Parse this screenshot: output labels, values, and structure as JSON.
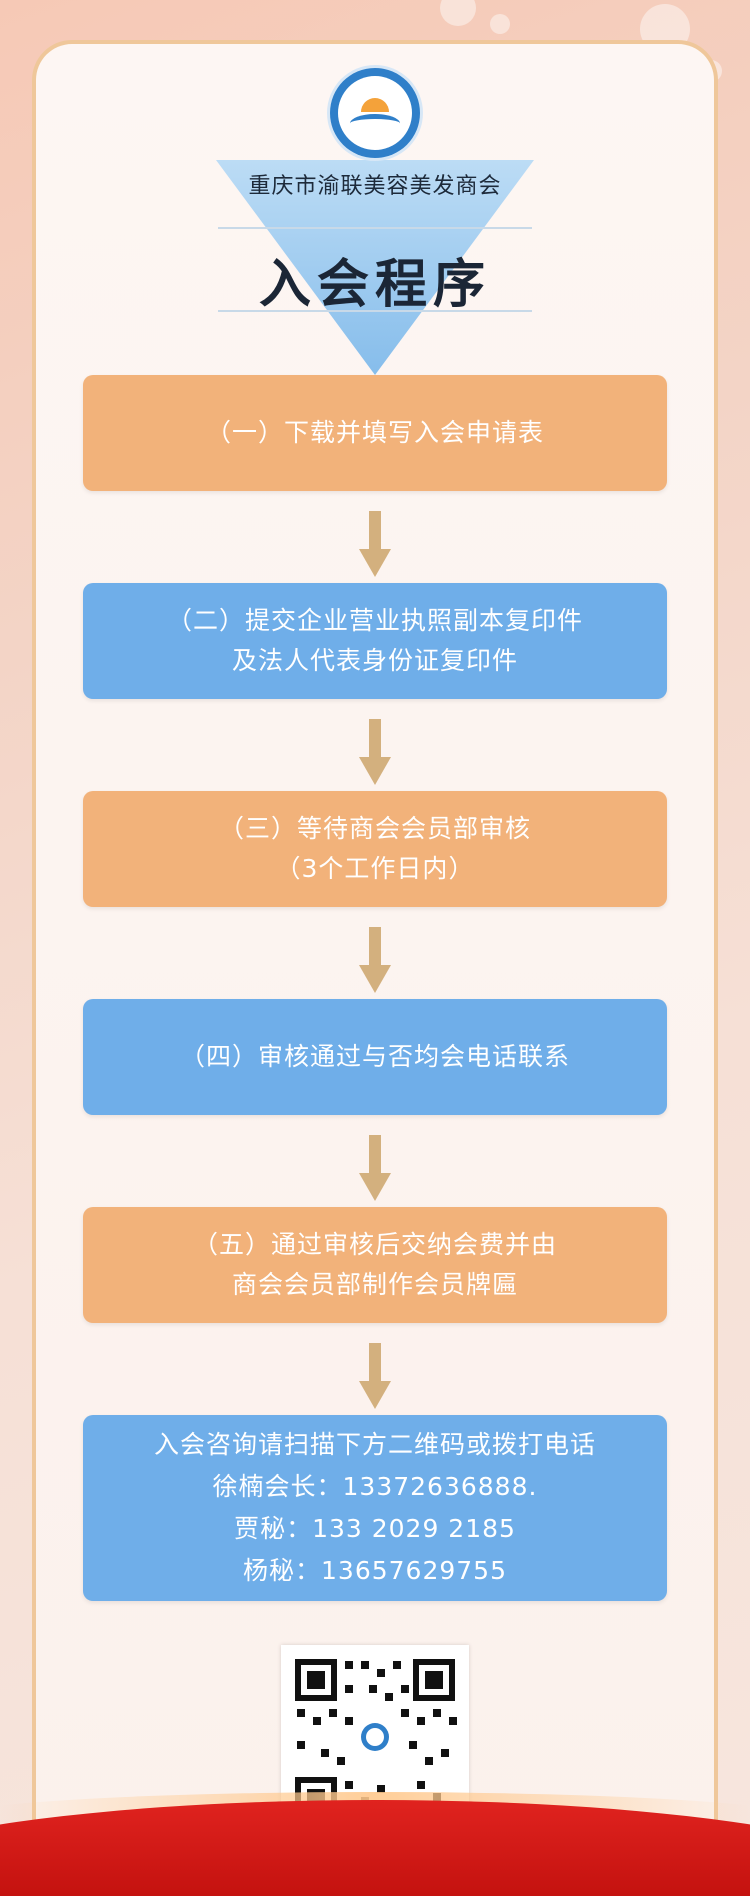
{
  "header": {
    "org_name": "重庆市渝联美容美发商会",
    "title": "入会程序",
    "logo_icon": "chamber-logo-icon"
  },
  "steps": [
    {
      "lines": [
        "（一）下载并填写入会申请表"
      ],
      "color": "orange"
    },
    {
      "lines": [
        "（二）提交企业营业执照副本复印件",
        "及法人代表身份证复印件"
      ],
      "color": "blue"
    },
    {
      "lines": [
        "（三）等待商会会员部审核",
        "（3个工作日内）"
      ],
      "color": "orange"
    },
    {
      "lines": [
        "（四）审核通过与否均会电话联系"
      ],
      "color": "blue"
    },
    {
      "lines": [
        "（五）通过审核后交纳会费并由",
        "商会会员部制作会员牌匾"
      ],
      "color": "orange"
    }
  ],
  "contact": {
    "lines": [
      "入会咨询请扫描下方二维码或拨打电话",
      "徐楠会长：13372636888.",
      "贾秘：133 2029 2185",
      "杨秘：13657629755"
    ]
  },
  "colors": {
    "orange_box": "#f2b27a",
    "blue_box": "#6faee9",
    "arrow": "#d3b07e",
    "panel_border": "#efc79a"
  },
  "qr_icon": "qr-code-icon"
}
